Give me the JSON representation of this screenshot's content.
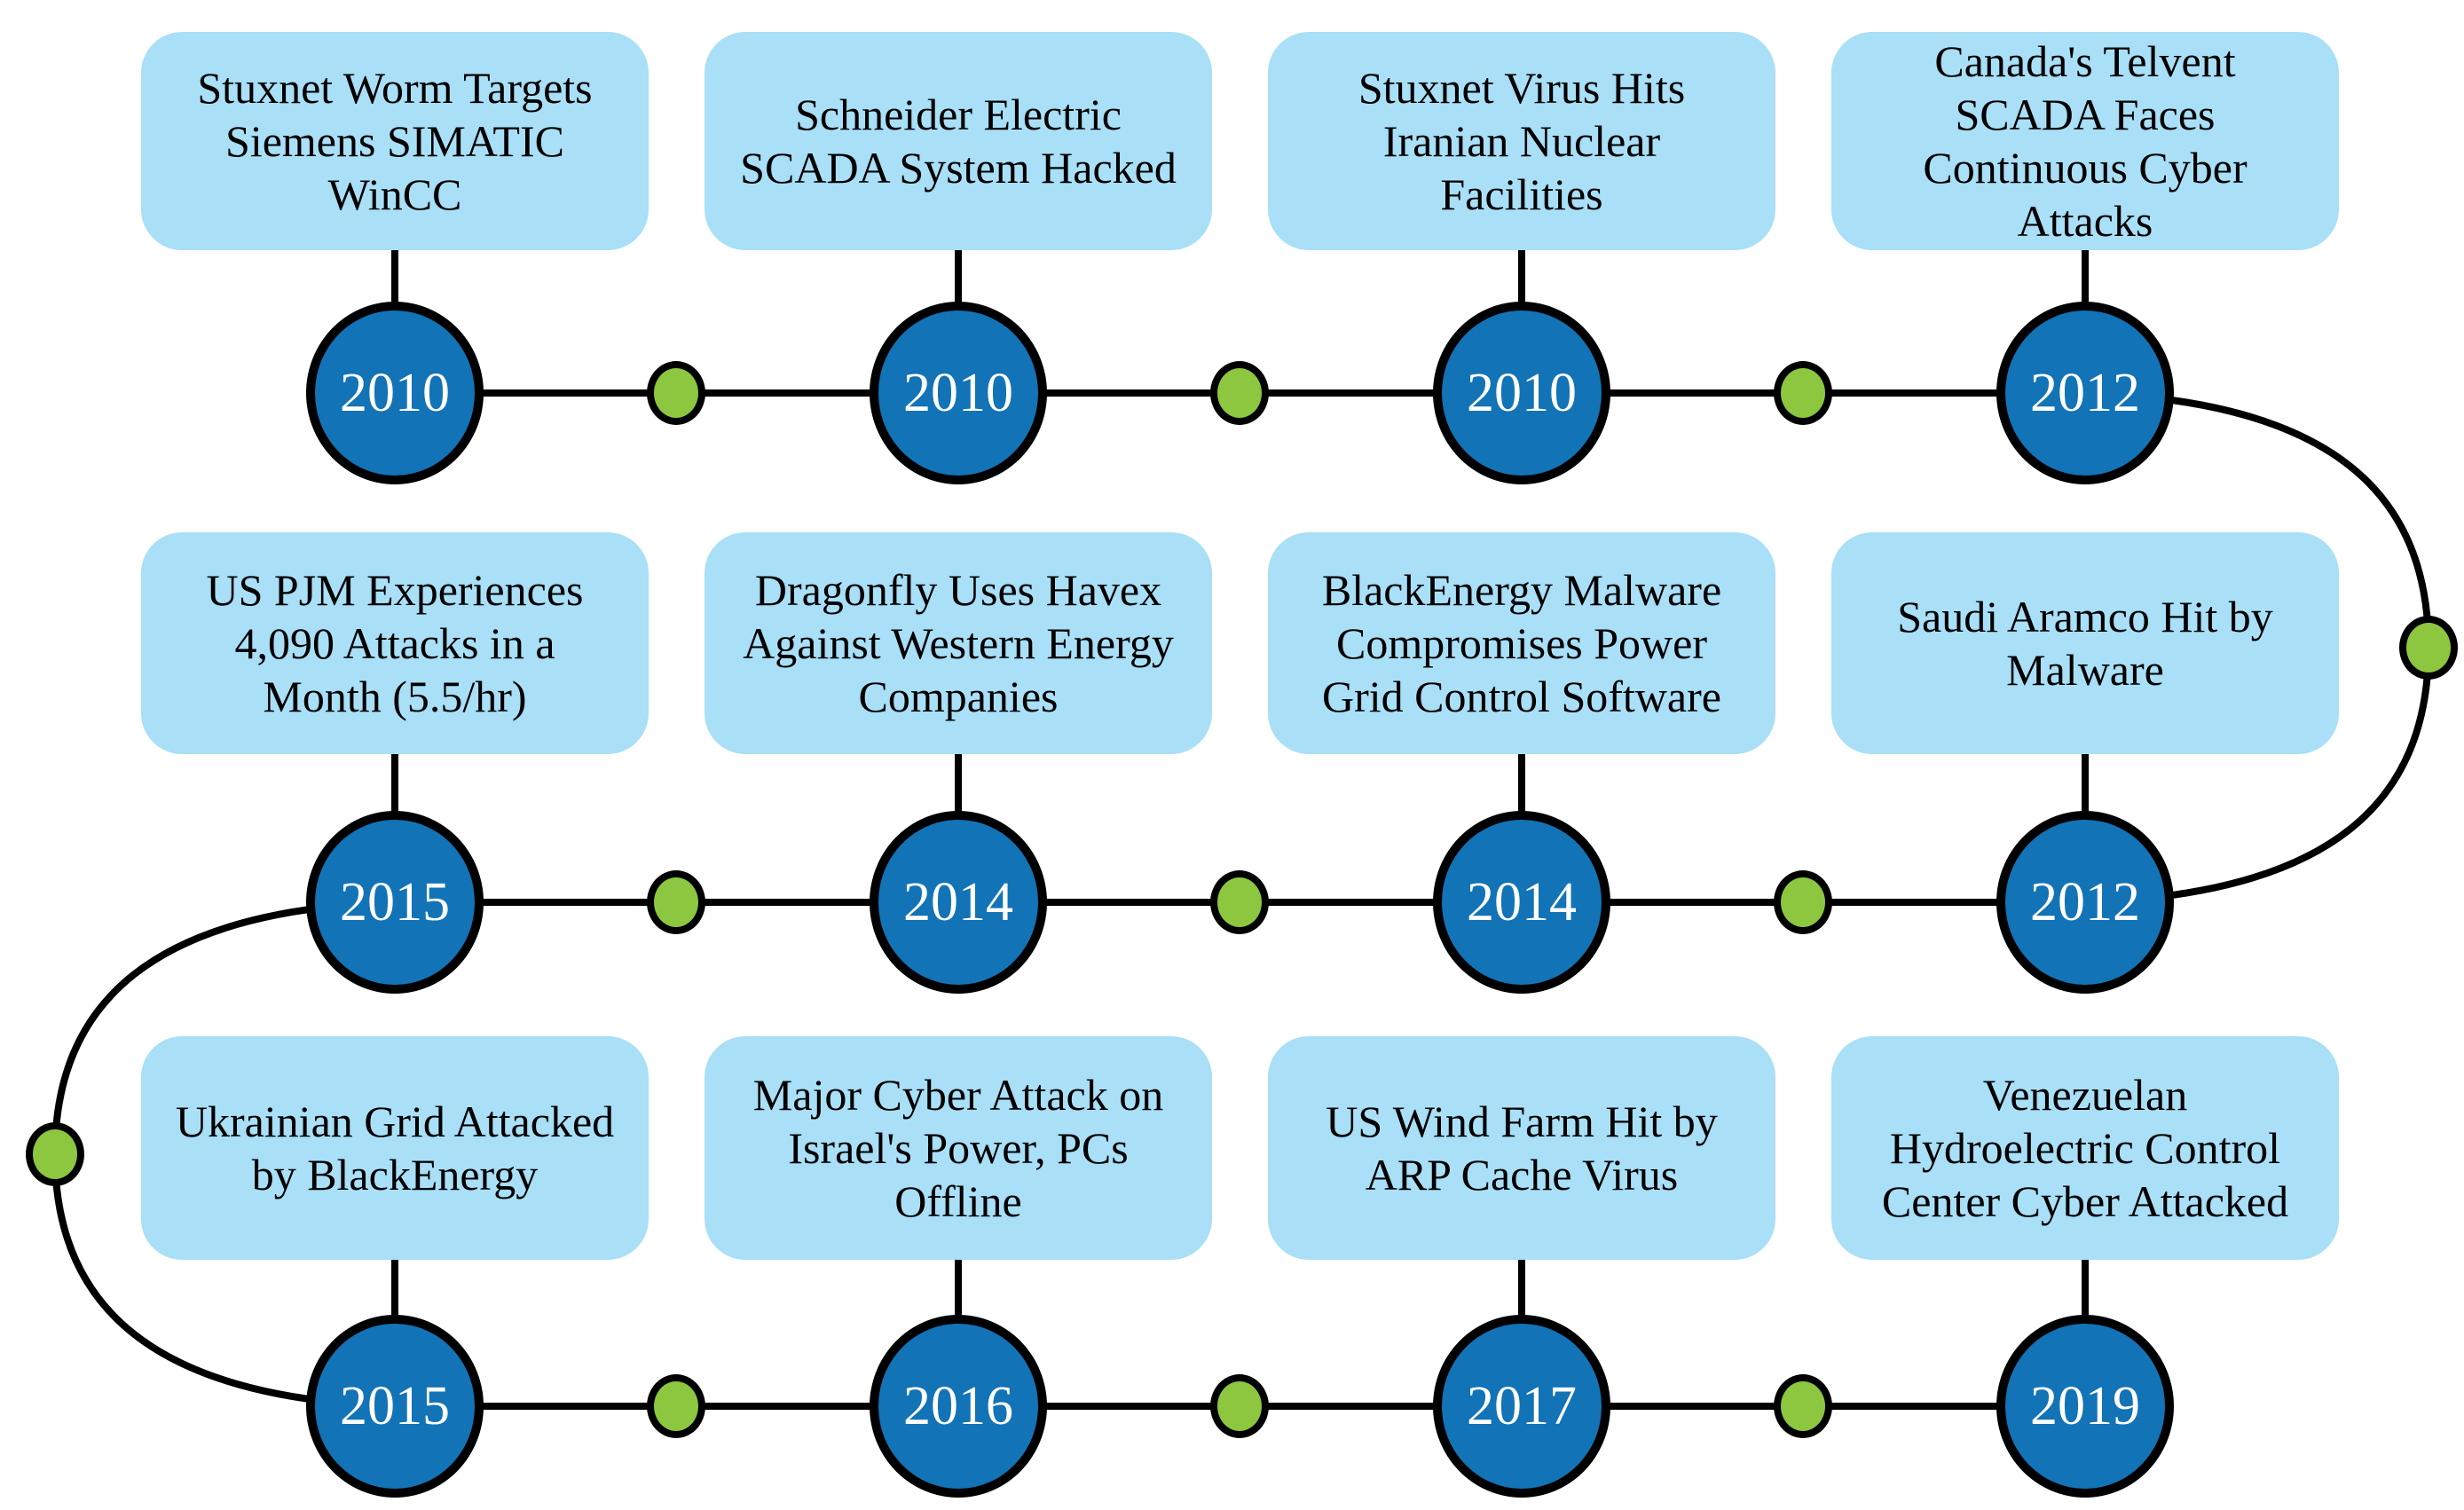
{
  "diagram": {
    "type": "timeline",
    "topic": "SCADA / energy-sector cyber attack timeline",
    "events": [
      {
        "year": "2010",
        "title": "Stuxnet Worm Targets\nSiemens SIMATIC\nWinCC"
      },
      {
        "year": "2010",
        "title": "Schneider Electric\nSCADA System Hacked"
      },
      {
        "year": "2010",
        "title": "Stuxnet Virus Hits\nIranian Nuclear\nFacilities"
      },
      {
        "year": "2012",
        "title": "Canada's Telvent\nSCADA Faces\nContinuous Cyber\nAttacks"
      },
      {
        "year": "2015",
        "title": "US PJM Experiences\n4,090 Attacks in a\nMonth (5.5/hr)"
      },
      {
        "year": "2014",
        "title": "Dragonfly Uses Havex\nAgainst Western Energy\nCompanies"
      },
      {
        "year": "2014",
        "title": "BlackEnergy Malware\nCompromises Power\nGrid Control Software"
      },
      {
        "year": "2012",
        "title": "Saudi Aramco Hit by\nMalware"
      },
      {
        "year": "2015",
        "title": "Ukrainian Grid Attacked\nby BlackEnergy"
      },
      {
        "year": "2016",
        "title": "Major Cyber Attack on\nIsrael's Power, PCs\nOffline"
      },
      {
        "year": "2017",
        "title": "US Wind Farm Hit by\nARP Cache Virus"
      },
      {
        "year": "2019",
        "title": "Venezuelan\nHydroelectric Control\nCenter Cyber Attacked"
      }
    ],
    "flow": "Row 1 left-to-right (2010→2012), curves right side down to Row 2 right-to-left (2012→2015), curves left side down to Row 3 left-to-right (2015→2019)"
  },
  "colors": {
    "box_fill": "#a9dff7",
    "circle_fill": "#1273b7",
    "dot_fill": "#8dc63f",
    "line": "#000000",
    "box_text": "#000000",
    "year_text": "#ffffff",
    "background": "#ffffff"
  }
}
